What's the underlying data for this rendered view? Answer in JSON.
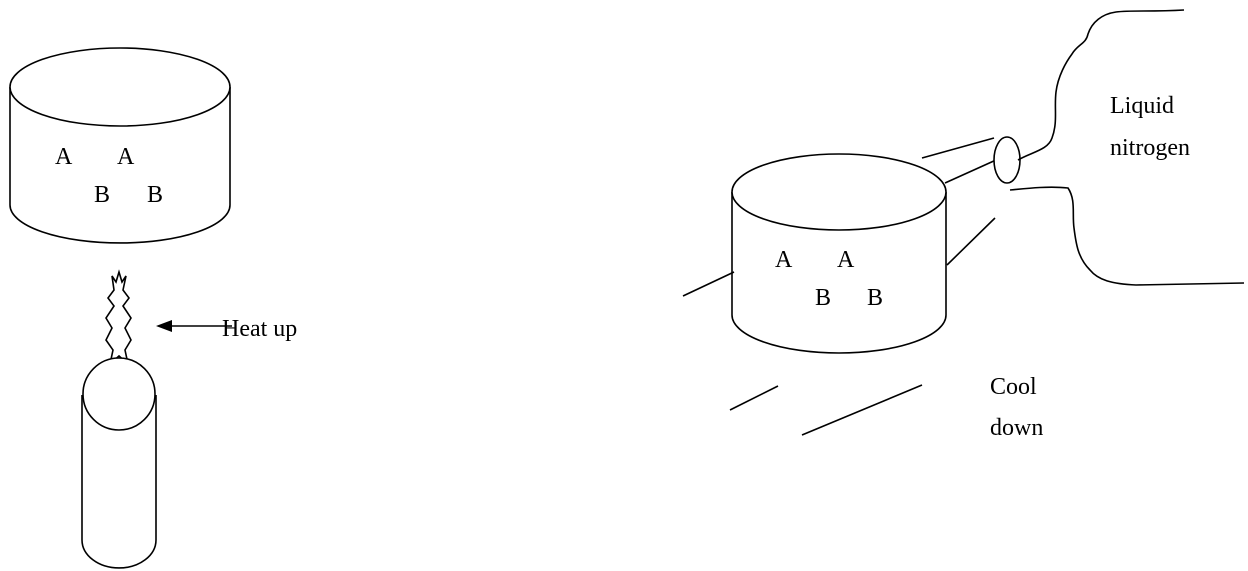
{
  "left_panel": {
    "container_labels": {
      "row1": [
        "A",
        "A"
      ],
      "row2": [
        "B",
        "B"
      ]
    },
    "heat_label": "Heat up"
  },
  "right_panel": {
    "container_labels": {
      "row1": [
        "A",
        "A"
      ],
      "row2": [
        "B",
        "B"
      ]
    },
    "nitrogen_label_line1": "Liquid",
    "nitrogen_label_line2": "nitrogen",
    "cool_label_line1": "Cool",
    "cool_label_line2": "down"
  }
}
